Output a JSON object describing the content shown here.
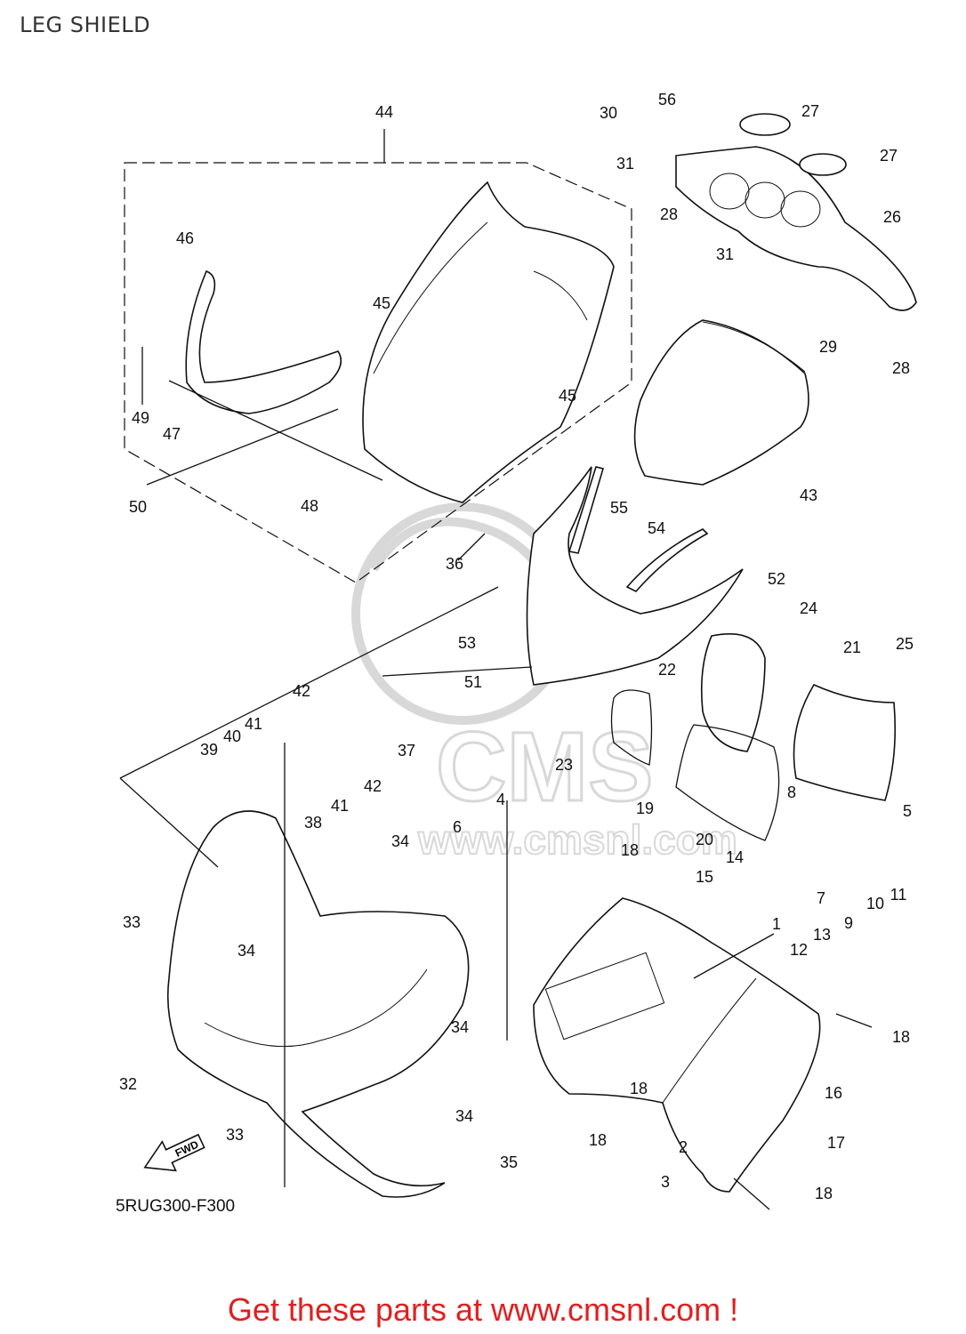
{
  "title": "LEG SHIELD",
  "diagram_code": "5RUG300-F300",
  "footer_text": "Get these parts at www.cmsnl.com !",
  "fwd_label": "FWD",
  "watermark_text": "CMS",
  "watermark_url": "www.cmsnl.com",
  "part_labels": [
    "1",
    "2",
    "3",
    "4",
    "5",
    "6",
    "7",
    "8",
    "9",
    "10",
    "11",
    "12",
    "13",
    "14",
    "15",
    "16",
    "17",
    "18",
    "18",
    "18",
    "18",
    "18",
    "19",
    "20",
    "21",
    "22",
    "23",
    "24",
    "25",
    "26",
    "27",
    "27",
    "28",
    "28",
    "29",
    "30",
    "31",
    "31",
    "32",
    "33",
    "33",
    "34",
    "34",
    "34",
    "34",
    "35",
    "36",
    "37",
    "38",
    "39",
    "40",
    "41",
    "41",
    "42",
    "42",
    "43",
    "44",
    "45",
    "45",
    "46",
    "47",
    "48",
    "49",
    "50",
    "51",
    "52",
    "53",
    "54",
    "55",
    "56"
  ],
  "colors": {
    "footer": "#e02020",
    "line": "#111111",
    "watermark": "#d8d8d8"
  }
}
